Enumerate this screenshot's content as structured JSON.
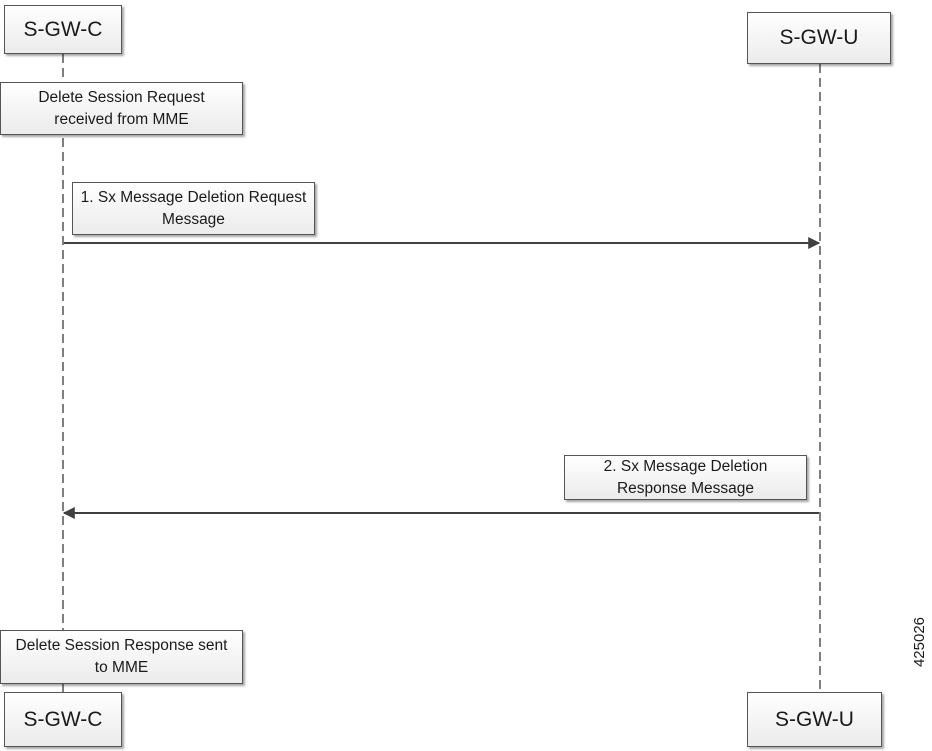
{
  "participants": {
    "left": {
      "name": "S-GW-C"
    },
    "right": {
      "name": "S-GW-U"
    }
  },
  "notes": {
    "delete_request": "Delete Session Request\nreceived from MME",
    "delete_response": "Delete Session Response sent\nto  MME"
  },
  "messages": [
    {
      "label": "1. Sx Message Deletion Request\nMessage",
      "from": "left",
      "to": "right"
    },
    {
      "label": "2. Sx Message Deletion\nResponse Message",
      "from": "right",
      "to": "left"
    }
  ],
  "figure_id": "425026",
  "colors": {
    "line": "#555555",
    "arrow": "#404040"
  }
}
